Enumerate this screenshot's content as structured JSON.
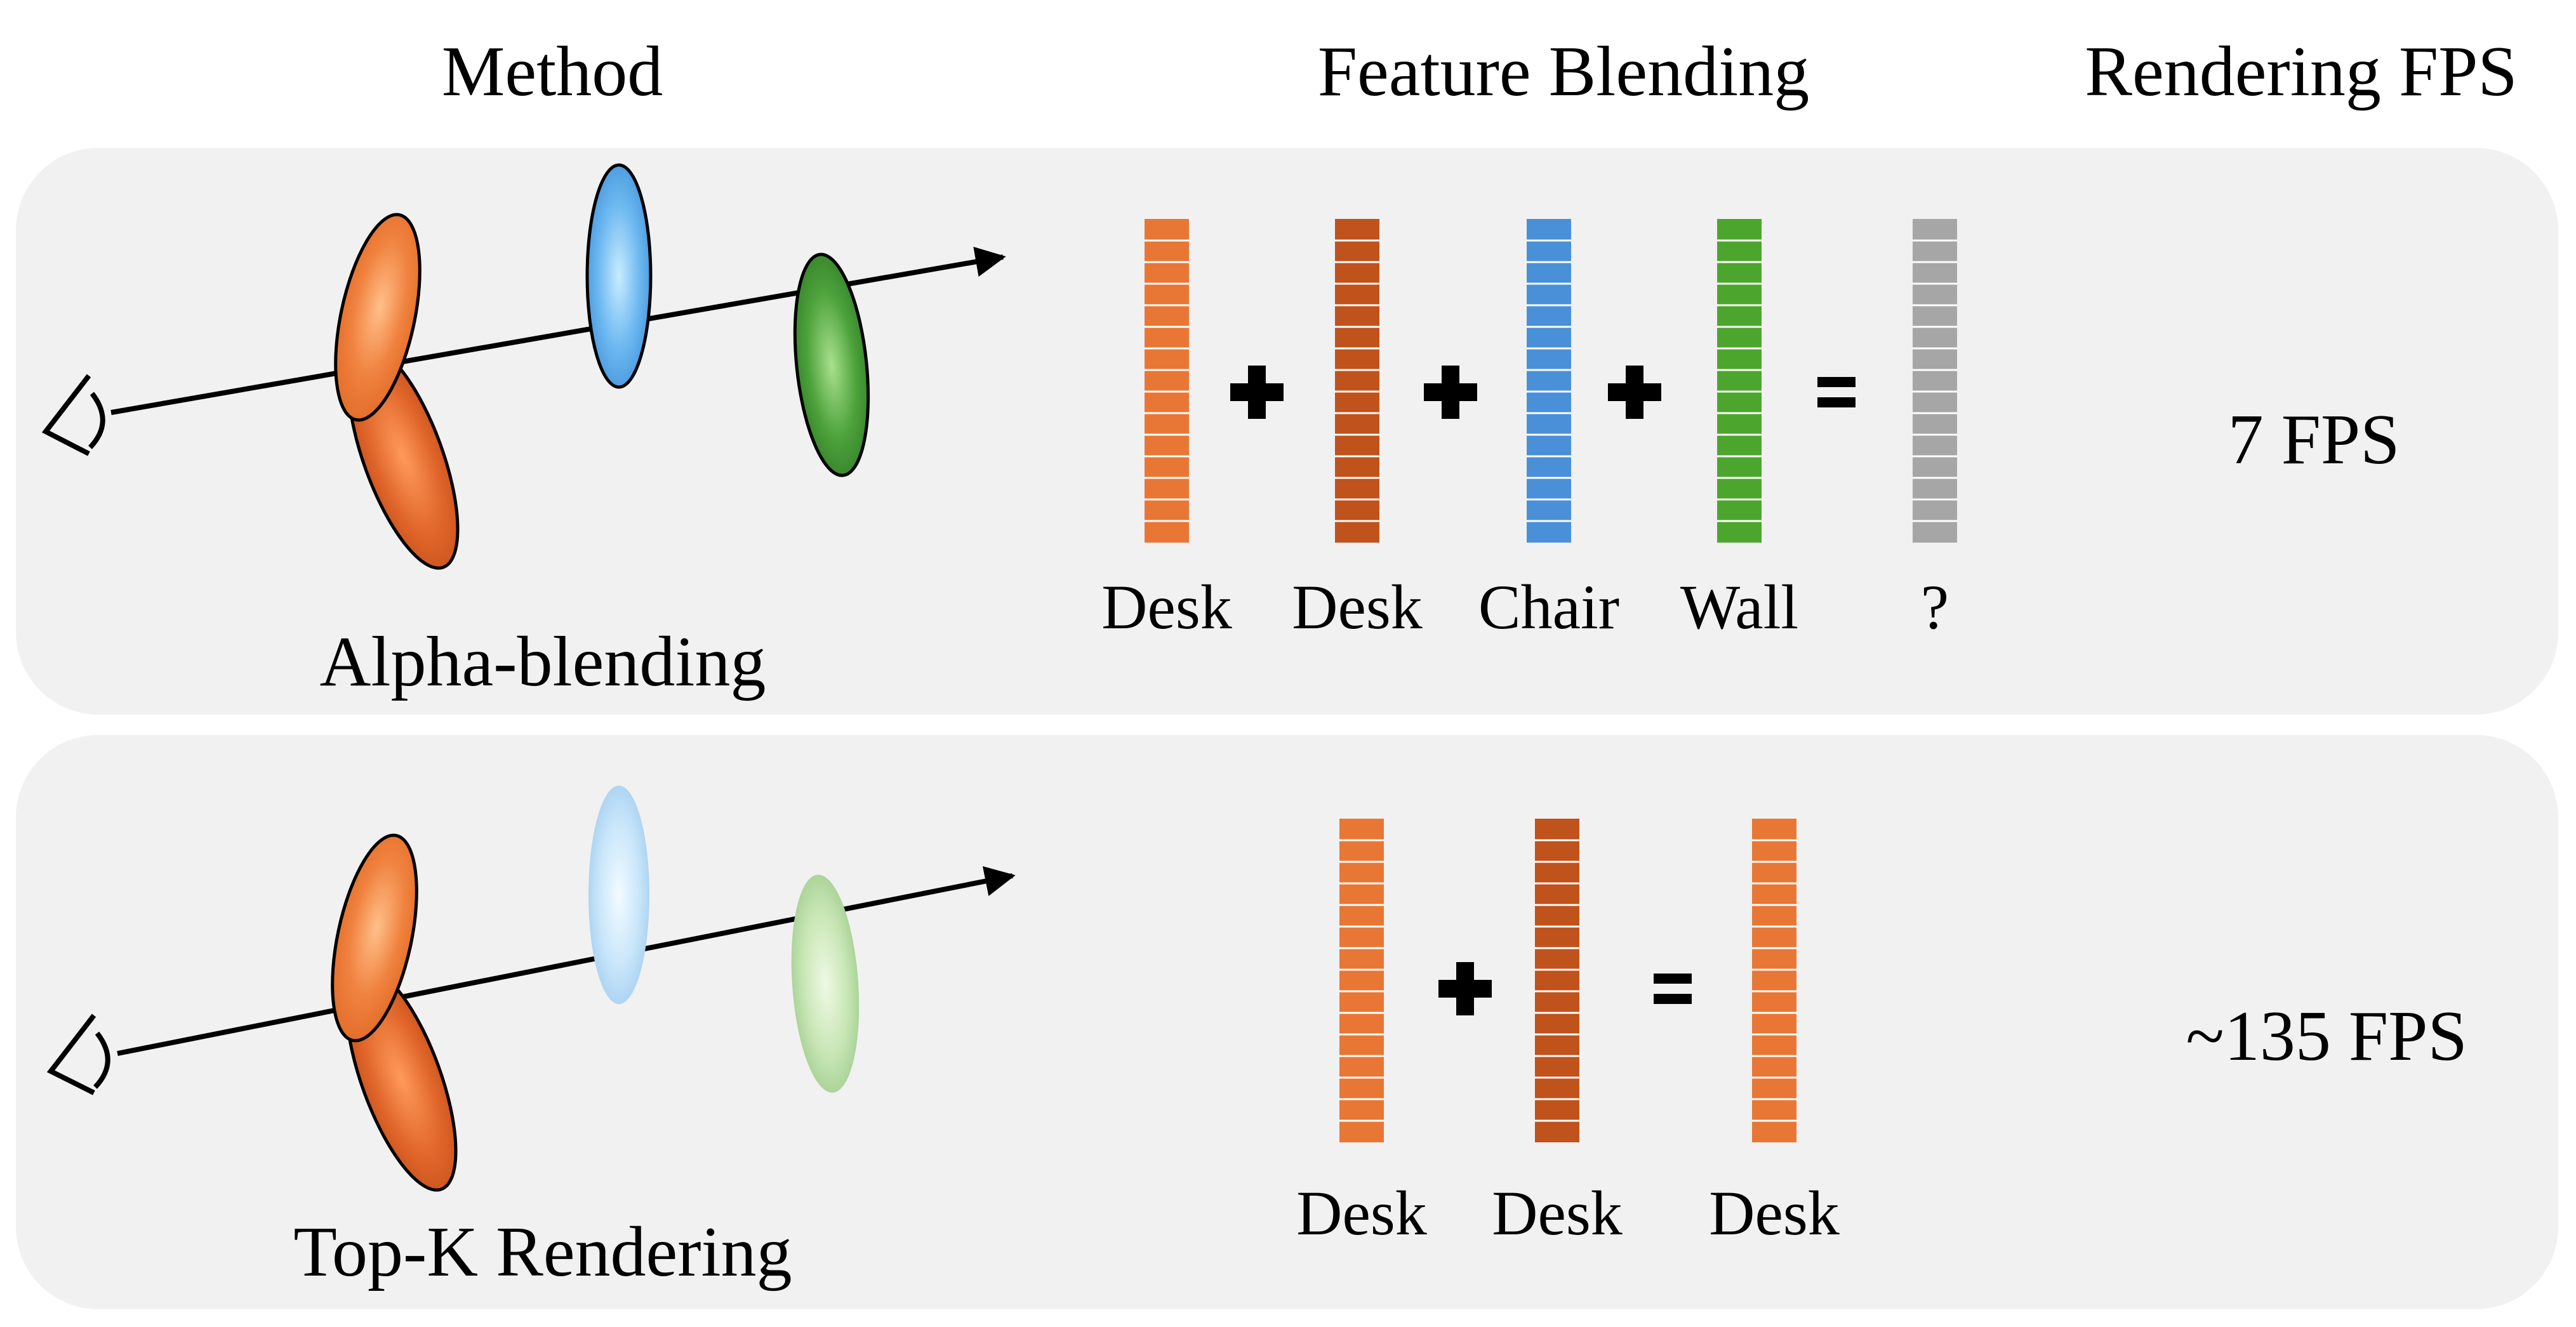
{
  "headers": {
    "method": "Method",
    "feature_blending": "Feature Blending",
    "rendering_fps": "Rendering FPS"
  },
  "rows": [
    {
      "method_label": "Alpha-blending",
      "fps": "7 FPS",
      "operators": [
        "+",
        "+",
        "+",
        "="
      ],
      "features": [
        {
          "label": "Desk",
          "color": "#e87735"
        },
        {
          "label": "Desk",
          "color": "#c0521b"
        },
        {
          "label": "Chair",
          "color": "#4a90d9"
        },
        {
          "label": "Wall",
          "color": "#4ca62e"
        }
      ],
      "result": {
        "label": "?",
        "color": "#a6a6a6"
      }
    },
    {
      "method_label": "Top-K Rendering",
      "fps": "~135 FPS",
      "operators": [
        "+",
        "="
      ],
      "features": [
        {
          "label": "Desk",
          "color": "#e87735"
        },
        {
          "label": "Desk",
          "color": "#c0521b"
        }
      ],
      "result": {
        "label": "Desk",
        "color": "#e87735"
      }
    }
  ],
  "colors": {
    "panel_bg": "#f1f1f1",
    "gaussian_orange": "#f07a3a",
    "gaussian_dark_orange": "#d85a1f",
    "gaussian_blue": "#5aa6e8",
    "gaussian_green": "#3f8f34"
  }
}
